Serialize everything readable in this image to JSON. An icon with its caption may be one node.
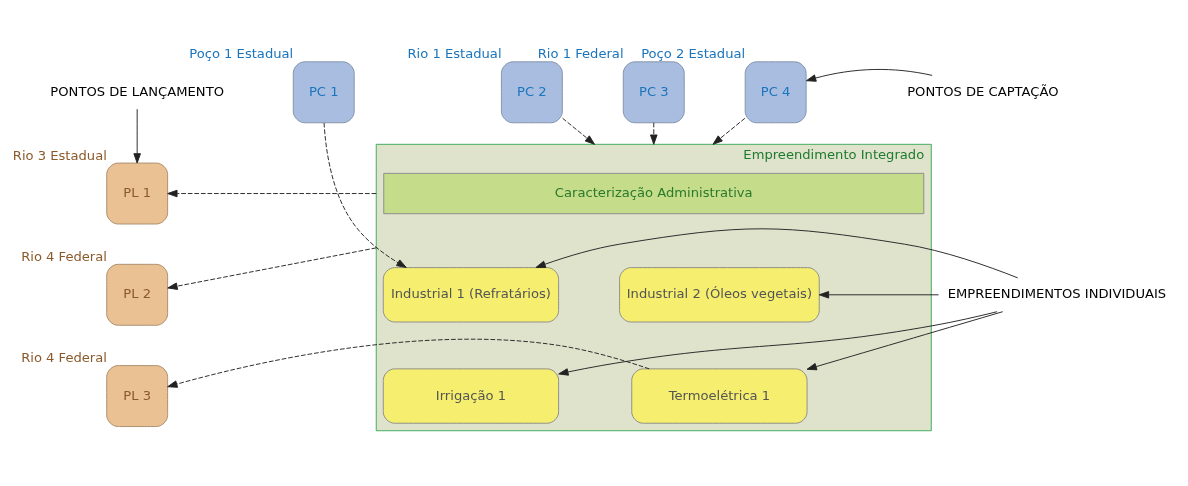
{
  "diagram": {
    "nodes": [
      {
        "text": [
          "PC 1"
        ],
        "beside": [
          "Poço 1 Estadual"
        ]
      },
      {
        "text": [
          "PC 2"
        ],
        "beside": [
          "Rio 1 Estadual"
        ]
      },
      {
        "text": [
          "PC 3"
        ],
        "beside": [
          "Rio 1 Federal"
        ]
      },
      {
        "text": [
          "PC 4"
        ],
        "beside": [
          "Poço 2 Estadual"
        ]
      },
      {
        "text": [
          "PONTOS DE CAPTAÇÃO"
        ]
      },
      {
        "text": [
          "PONTOS DE LANÇAMENTO"
        ]
      },
      {
        "text": [
          "PL 1"
        ],
        "beside": [
          "Rio 3 Estadual"
        ]
      },
      {
        "text": [
          "PL 2"
        ],
        "beside": [
          "Rio 4 Federal"
        ]
      },
      {
        "text": [
          "PL 3"
        ],
        "beside": [
          "Rio 4 Federal"
        ]
      },
      {
        "text": [
          "Empreendimento Integrado"
        ]
      },
      {
        "text": [
          "Caracterização Administrativa"
        ],
        "in": 9
      },
      {
        "text": [
          "Industrial 1 (Refratários)"
        ],
        "in": 9
      },
      {
        "text": [
          "Industrial 2 (Óleos vegetais)"
        ],
        "in": 9
      },
      {
        "text": [
          "Irrigação 1"
        ],
        "in": 9
      },
      {
        "text": [
          "Termoelétrica 1"
        ],
        "in": 9
      },
      {
        "text": [
          "EMPREENDIMENTOS INDIVIDUAIS"
        ]
      }
    ],
    "edges": [
      {
        "from": 4,
        "to": 3,
        "arrow": "to"
      },
      {
        "from": 5,
        "to": 6,
        "arrow": "to"
      },
      {
        "from": 0,
        "to": 11,
        "arrow": "to",
        "style": "dashed"
      },
      {
        "from": 1,
        "to": 9,
        "arrow": "to",
        "style": "dashed"
      },
      {
        "from": 2,
        "to": 9,
        "arrow": "to",
        "style": "dashed"
      },
      {
        "from": 3,
        "to": 9,
        "arrow": "to",
        "style": "dashed"
      },
      {
        "from": 9,
        "to": 6,
        "arrow": "to",
        "style": "dashed"
      },
      {
        "from": 9,
        "to": 7,
        "arrow": "to",
        "style": "dashed"
      },
      {
        "from": 14,
        "to": 8,
        "arrow": "to",
        "style": "dashed"
      },
      {
        "from": 15,
        "to": 11,
        "arrow": "to"
      },
      {
        "from": 15,
        "to": 13,
        "arrow": "to"
      },
      {
        "from": 15,
        "to": 12,
        "arrow": "to"
      },
      {
        "from": 15,
        "to": 14,
        "arrow": "to"
      }
    ]
  }
}
